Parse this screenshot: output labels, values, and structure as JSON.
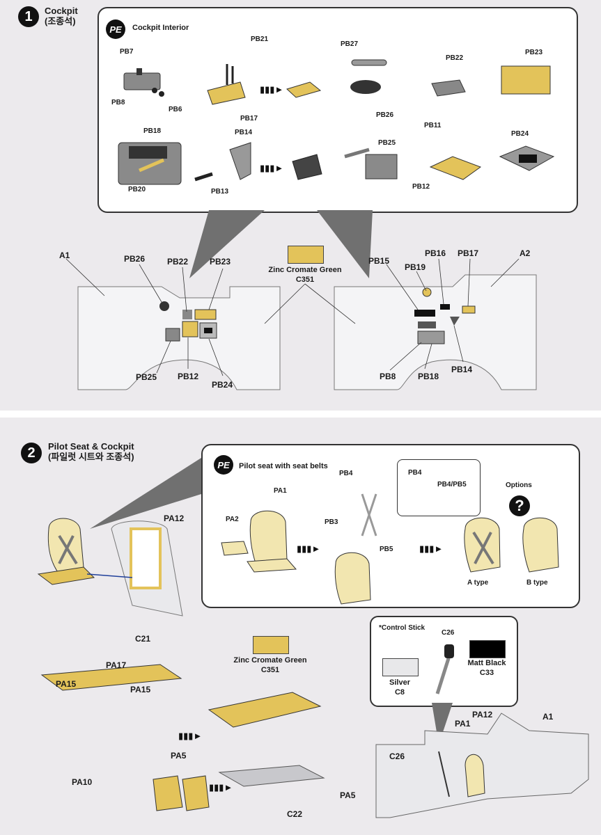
{
  "step1": {
    "number": "1",
    "title_en": "Cockpit",
    "title_ko": "(조종석)",
    "pe_badge": "PE",
    "pe_title": "Cockpit Interior",
    "pe_labels": {
      "pb7": "PB7",
      "pb8": "PB8",
      "pb6": "PB6",
      "pb21": "PB21",
      "pb17": "PB17",
      "pb27": "PB27",
      "pb26": "PB26",
      "pb22": "PB22",
      "pb23": "PB23",
      "pb18": "PB18",
      "pb20": "PB20",
      "pb14": "PB14",
      "pb13": "PB13",
      "pb25": "PB25",
      "pb11": "PB11",
      "pb12": "PB12",
      "pb24": "PB24"
    },
    "paint": {
      "name": "Zinc Cromate Green",
      "code": "C351",
      "color": "#e3c35a"
    },
    "left_labels": {
      "a1": "A1",
      "pb26": "PB26",
      "pb22": "PB22",
      "pb23": "PB23",
      "pb25": "PB25",
      "pb12": "PB12",
      "pb24": "PB24"
    },
    "right_labels": {
      "pb15": "PB15",
      "pb19": "PB19",
      "pb16": "PB16",
      "pb17": "PB17",
      "a2": "A2",
      "pb8": "PB8",
      "pb18": "PB18",
      "pb14": "PB14"
    }
  },
  "step2": {
    "number": "2",
    "title_en": "Pilot Seat & Cockpit",
    "title_ko": "(파일럿 시트와 조종석)",
    "pe_badge": "PE",
    "pe_title": "Pilot seat with seat belts",
    "labels": {
      "pa12": "PA12",
      "c21": "C21",
      "pa2": "PA2",
      "pa1": "PA1",
      "pb4": "PB4",
      "pb3": "PB3",
      "pb5": "PB5",
      "pb4b": "PB4",
      "pb4pb5": "PB4/PB5",
      "options": "Options",
      "a_type": "A type",
      "b_type": "B type",
      "pa15a": "PA15",
      "pa17": "PA17",
      "pa15b": "PA15",
      "pa10": "PA10",
      "pa5": "PA5",
      "c22": "C22",
      "c26": "C26",
      "pa1b": "PA1",
      "pa12b": "PA12",
      "a1": "A1",
      "c26b": "C26",
      "pa5b": "PA5"
    },
    "question_mark": "?",
    "paint": {
      "name": "Zinc Cromate Green",
      "code": "C351",
      "color": "#e3c35a"
    },
    "control_stick": {
      "title": "*Control Stick",
      "matt_black_name": "Matt Black",
      "matt_black_code": "C33",
      "matt_black_color": "#000000",
      "silver_name": "Silver",
      "silver_code": "C8",
      "silver_color": "#e8e8ea"
    }
  }
}
